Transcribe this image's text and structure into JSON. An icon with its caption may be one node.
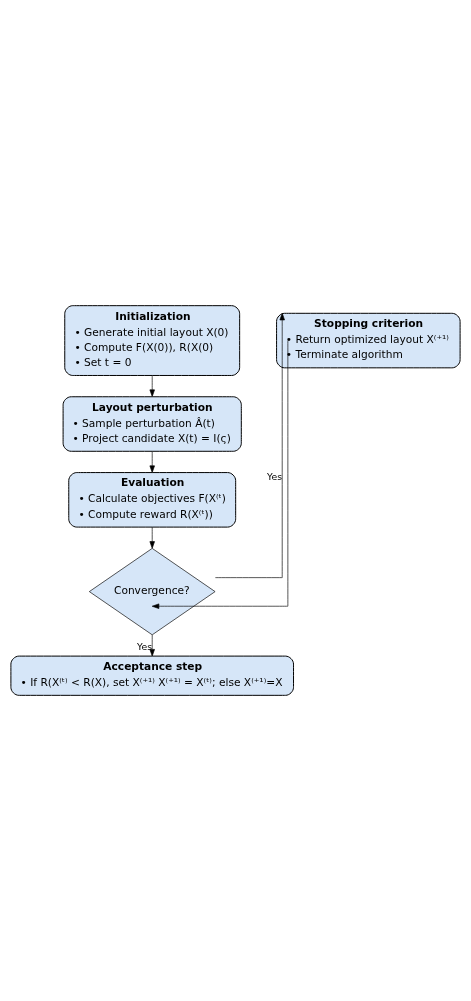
{
  "diagram": {
    "nodes": [
      {
        "text": [
          "Initialization",
          "• Generate initial layout X(0)",
          "• Compute F(X(0)), R(X(0)",
          "• Set t = 0"
        ]
      },
      {
        "text": [
          "Layout perturbation",
          "• Sample perturbation Â(t)",
          "• Project candidate X(t) = I(ς)"
        ]
      },
      {
        "text": [
          "Evaluation",
          "• Calculate objectives F(X⁽ᵗ)",
          "• Compute reward R(X⁽ᵗ))"
        ]
      },
      {
        "text": [
          "Convergence?"
        ]
      },
      {
        "text": [
          "Acceptance step",
          "• If R(X⁽ᵗ⁾ < R(X), set X⁽⁺¹⁾ X⁽⁺¹⁾ = X⁽ᵗ⁾; else X⁽⁺¹⁾=X"
        ]
      },
      {
        "text": [
          "Stopping criterion",
          "• Return optimized layout X⁽⁺¹⁾",
          "• Terminate algorithm"
        ]
      }
    ],
    "edges": [
      {
        "from": 0,
        "to": 1,
        "arrow": "to"
      },
      {
        "from": 1,
        "to": 2,
        "arrow": "to"
      },
      {
        "from": 2,
        "to": 3,
        "arrow": "to"
      },
      {
        "from": 3,
        "to": 4,
        "label": "Yes",
        "arrow": "to"
      },
      {
        "from": 3,
        "to": 5,
        "label": "Yes",
        "arrow": "to"
      },
      {
        "from": 5,
        "to": 3,
        "arrow": "to"
      }
    ]
  }
}
